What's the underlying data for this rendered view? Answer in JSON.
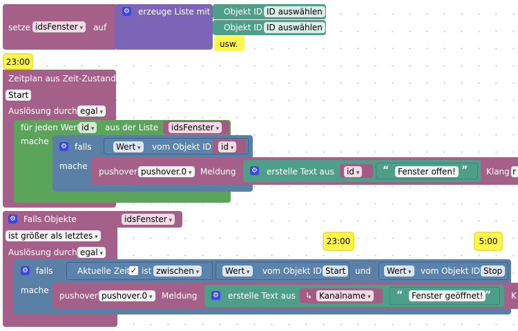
{
  "block1": {
    "set_label": "setze",
    "variable": "idsFenster",
    "to_label": "auf",
    "create_list_label": "erzeuge Liste mit",
    "item_label": "Objekt ID",
    "select_id": "ID auswählen",
    "etc_label": "usw."
  },
  "schedule1": {
    "time_bubble": "23:00",
    "title": "Zeitplan aus Zeit-Zustand",
    "start_field": "Start",
    "trigger_label": "Auslösung durch",
    "trigger_value": "egal",
    "foreach_label": "für jeden Wert",
    "foreach_var": "id",
    "from_list_label": "aus der Liste",
    "list_var": "idsFenster",
    "do_label": "mache",
    "if_label": "falls",
    "value_field": "Wert",
    "of_object_label": "vom Objekt ID",
    "id_var": "id",
    "pushover_label": "pushover",
    "instance": "pushover.0",
    "message_label": "Meldung",
    "create_text_label": "erstelle Text aus",
    "text_var": "id",
    "text_literal": "Fenster offen!",
    "sound_label": "Klang",
    "sound_value": "r"
  },
  "trigger2": {
    "title": "Falls Objekte",
    "object_var": "idsFenster",
    "condition": "ist größer als letztes",
    "trigger_label": "Auslösung durch",
    "trigger_value": "egal",
    "if_label": "falls",
    "do_label": "mache",
    "current_time_label": "Aktuelle Zeit",
    "is_label": "ist",
    "between_value": "zwischen",
    "value_field": "Wert",
    "of_object_label": "vom Objekt ID",
    "start_field": "Start",
    "and_label": "und",
    "stop_field": "Stop",
    "time_bubble_start": "23:00",
    "time_bubble_stop": "5:00",
    "pushover_label": "pushover",
    "instance": "pushover.0",
    "message_label": "Meldung",
    "create_text_label": "erstelle Text aus",
    "channel_name": "Kanalname",
    "text_literal": "Fenster geöffnet!",
    "trailing": "K"
  },
  "icons": {
    "gear": "gear-icon",
    "check": "checkmark-icon",
    "quote_open": "“",
    "quote_close": "”",
    "arrow": "return-arrow-icon"
  }
}
